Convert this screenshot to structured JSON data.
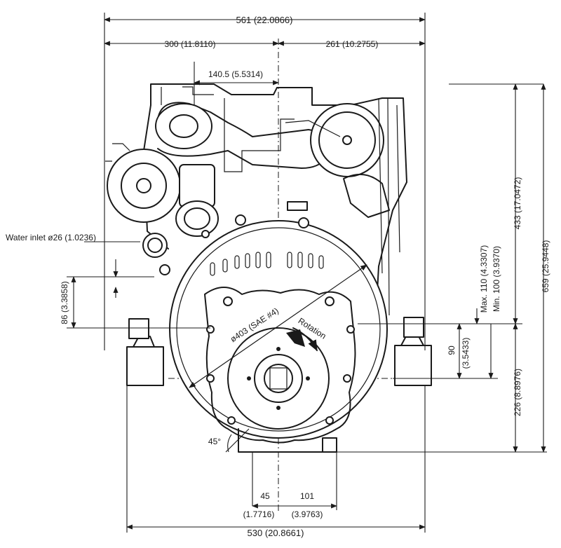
{
  "dimensions": {
    "overall_width": "561 (22.0866)",
    "left_half": "300 (11.8110)",
    "right_half": "261 (10.2755)",
    "manifold_offset": "140.5 (5.5314)",
    "water_inlet": "Water inlet ø26 (1.0236)",
    "mount_height_left": "86 (3.3858)",
    "bellhousing_diameter": "ø403 (SAE #4)",
    "rotation": "Rotation",
    "angle": "45°",
    "max_height": "Max. 110 (4.3307)",
    "min_height": "Min. 100 (3.9370)",
    "mount_offset_value": "90",
    "mount_offset_inch": "(3.5433)",
    "upper_height": "433 (17.0472)",
    "total_height": "659 (25.9448)",
    "lower_height": "226 (8.8976)",
    "bottom_offset_value": "45",
    "bottom_offset_inch": "(1.7716)",
    "bottom_right_value": "101",
    "bottom_right_inch": "(3.9763)",
    "mount_width": "530 (20.8661)"
  }
}
